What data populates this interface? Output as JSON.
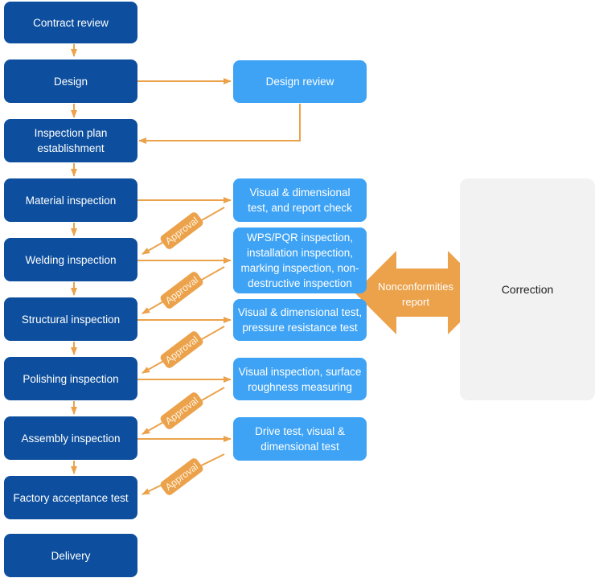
{
  "process_steps": [
    {
      "label": "Contract review"
    },
    {
      "label": "Design"
    },
    {
      "label": "Inspection plan establishment"
    },
    {
      "label": "Material inspection"
    },
    {
      "label": "Welding inspection"
    },
    {
      "label": "Structural inspection"
    },
    {
      "label": "Polishing inspection"
    },
    {
      "label": "Assembly inspection"
    },
    {
      "label": "Factory acceptance test"
    },
    {
      "label": "Delivery"
    }
  ],
  "checks": [
    {
      "label": "Design review"
    },
    {
      "label": "Visual & dimensional test, and report check"
    },
    {
      "label": "WPS/PQR inspection, installation inspection, marking inspection, non-destructive inspection"
    },
    {
      "label": "Visual & dimensional test, pressure resistance test"
    },
    {
      "label": "Visual inspection, surface roughness measuring"
    },
    {
      "label": "Drive test, visual & dimensional test"
    }
  ],
  "approval_label": "Approval",
  "nonconformities_label": "Nonconformities report",
  "correction_label": "Correction",
  "colors": {
    "process": "#0d4f9e",
    "check": "#3ea3f5",
    "arrow": "#eba24b",
    "correction_bg": "#f2f2f2"
  }
}
